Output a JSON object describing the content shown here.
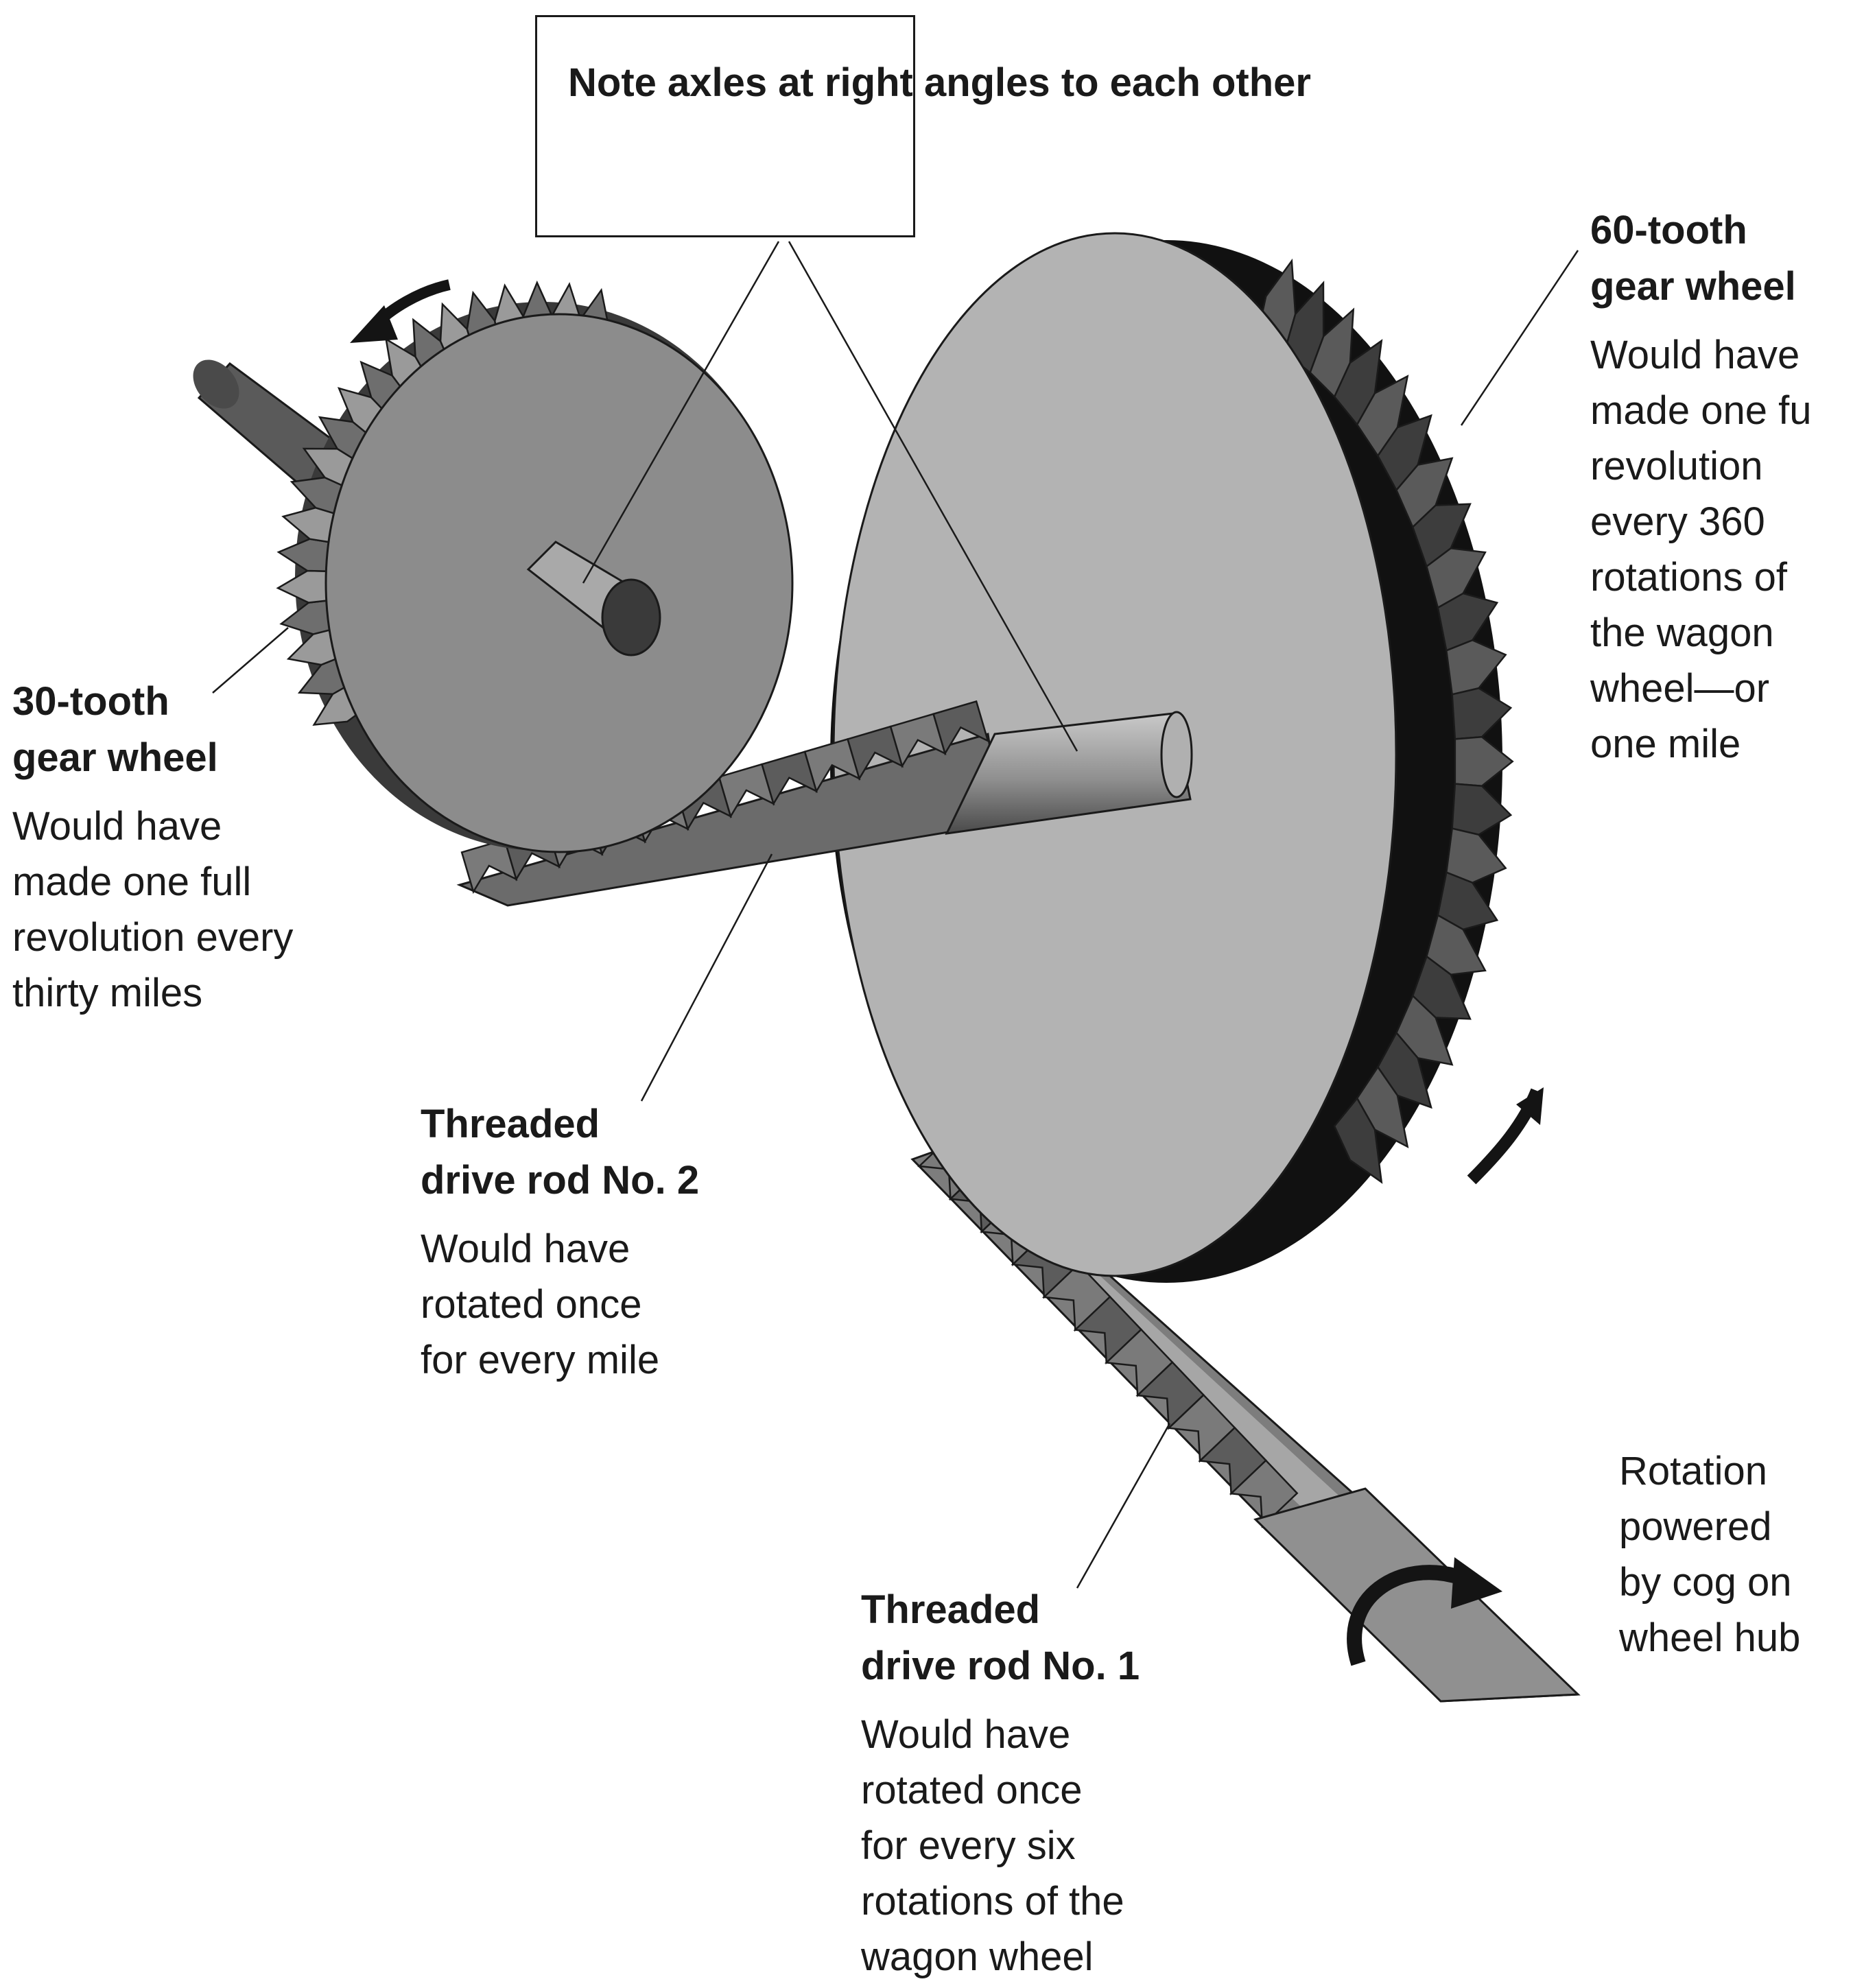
{
  "note": {
    "lines": [
      "Note axles",
      "at right angles",
      "to each other"
    ]
  },
  "gear60": {
    "title_lines": [
      "60-tooth",
      "gear wheel"
    ],
    "body_lines": [
      "Would have",
      "made one fu",
      "revolution",
      "every 360",
      "rotations of",
      "the wagon",
      "wheel—or",
      "one mile"
    ]
  },
  "gear30": {
    "title_lines": [
      "30-tooth",
      "gear wheel"
    ],
    "body_lines": [
      "Would have",
      "made one full",
      "revolution every",
      "thirty miles"
    ]
  },
  "rod2": {
    "title_lines": [
      "Threaded",
      "drive rod No. 2"
    ],
    "body_lines": [
      "Would have",
      "rotated once",
      "for every mile"
    ]
  },
  "rod1": {
    "title_lines": [
      "Threaded",
      "drive rod No. 1"
    ],
    "body_lines": [
      "Would have",
      "rotated once",
      "for every six",
      "rotations of the",
      "wagon wheel"
    ]
  },
  "rotation": {
    "body_lines": [
      "Rotation",
      "powered",
      "by cog on",
      "wheel hub"
    ]
  },
  "colors": {
    "light_gray": "#b3b3b3",
    "mid_gray": "#8c8c8c",
    "dark_gray": "#4d4d4d",
    "black": "#141414",
    "line": "#1a1a1a"
  }
}
